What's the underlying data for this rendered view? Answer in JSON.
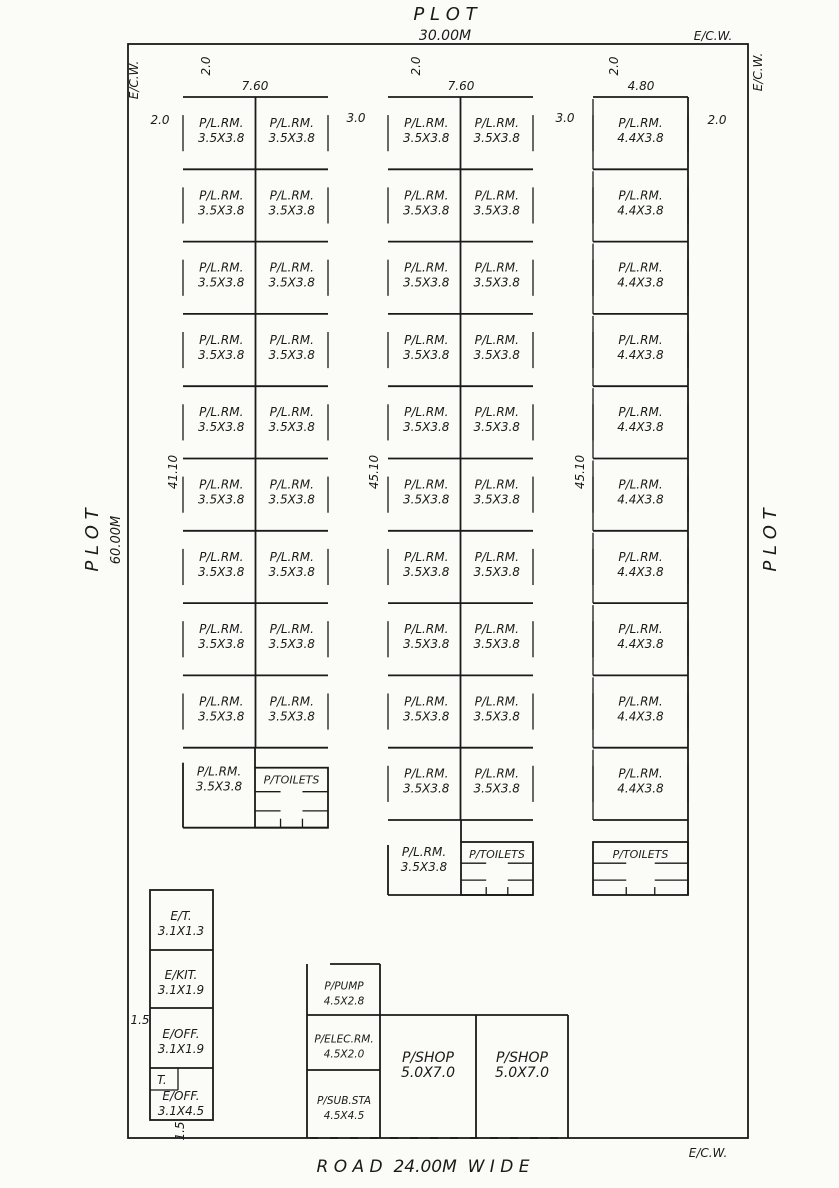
{
  "labels": {
    "plot_top": "P L O T",
    "width_dim": "30.00M",
    "plot_left": "P L O T",
    "length_dim": "60.00M",
    "plot_right": "P L O T",
    "road": "R O A D  24.00M  W I D E",
    "ecw": "E/C.W."
  },
  "dimensions": {
    "setback_top": "2.0",
    "setback_left": "2.0",
    "gap_between_blocks": "3.0",
    "setback_right": "2.0",
    "block_a_width": "7.60",
    "block_b_width": "7.60",
    "block_c_width": "4.80",
    "block_a_length": "41.10",
    "block_b_length": "45.10",
    "block_c_length": "45.10",
    "staff_block_side": "1.5",
    "staff_block_bottom": "1.5"
  },
  "rooms": {
    "lrm_label": "P/L.RM.",
    "lrm_small": "3.5X3.8",
    "lrm_large": "4.4X3.8",
    "toilets": "P/TOILETS",
    "block_a_double_rows": 9,
    "block_b_double_rows": 10,
    "block_c_rows": 10
  },
  "staff_block": [
    {
      "name": "E/T.",
      "size": "3.1X1.3"
    },
    {
      "name": "E/KIT.",
      "size": "3.1X1.9"
    },
    {
      "name": "E/OFF.",
      "size": "3.1X1.9"
    },
    {
      "name": "T.",
      "size": ""
    },
    {
      "name": "E/OFF.",
      "size": "3.1X4.5"
    }
  ],
  "service_block": [
    {
      "name": "P/PUMP",
      "size": "4.5X2.8"
    },
    {
      "name": "P/ELEC.RM.",
      "size": "4.5X2.0"
    },
    {
      "name": "P/SUB.STA",
      "size": "4.5X4.5"
    }
  ],
  "shops": [
    {
      "name": "P/SHOP",
      "size": "5.0X7.0"
    },
    {
      "name": "P/SHOP",
      "size": "5.0X7.0"
    }
  ]
}
